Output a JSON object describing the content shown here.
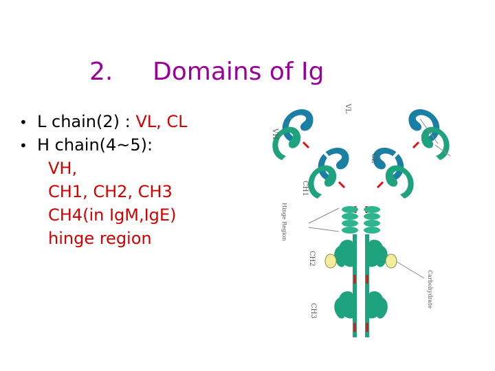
{
  "title": {
    "number": "2.",
    "text": "Domains of Ig"
  },
  "bullets": [
    {
      "bullet": "•",
      "label": "L chain(2) : ",
      "value": "VL, CL"
    },
    {
      "bullet": "•",
      "label": "H chain(4~5):",
      "value": ""
    }
  ],
  "h_chain_items": [
    "VH,",
    "CH1, CH2, CH3",
    "CH4(in IgM,IgE)",
    "hinge region"
  ],
  "diagram": {
    "labels": {
      "vl": "VL",
      "vh": "VH",
      "cl": "CL",
      "ch1": "CH1",
      "hinge": "Hinge Region",
      "ch2": "CH2",
      "carbohydrate": "Carbohydrate",
      "ch3": "CH3"
    },
    "colors": {
      "light_chain": "#1a7fa3",
      "heavy_chain": "#1fa37e",
      "hinge": "#2fb58e",
      "disulfide": "#e01010",
      "carbohydrate": "#f2f0a0",
      "text_primary": "#990099",
      "text_accent": "#d40000"
    }
  }
}
